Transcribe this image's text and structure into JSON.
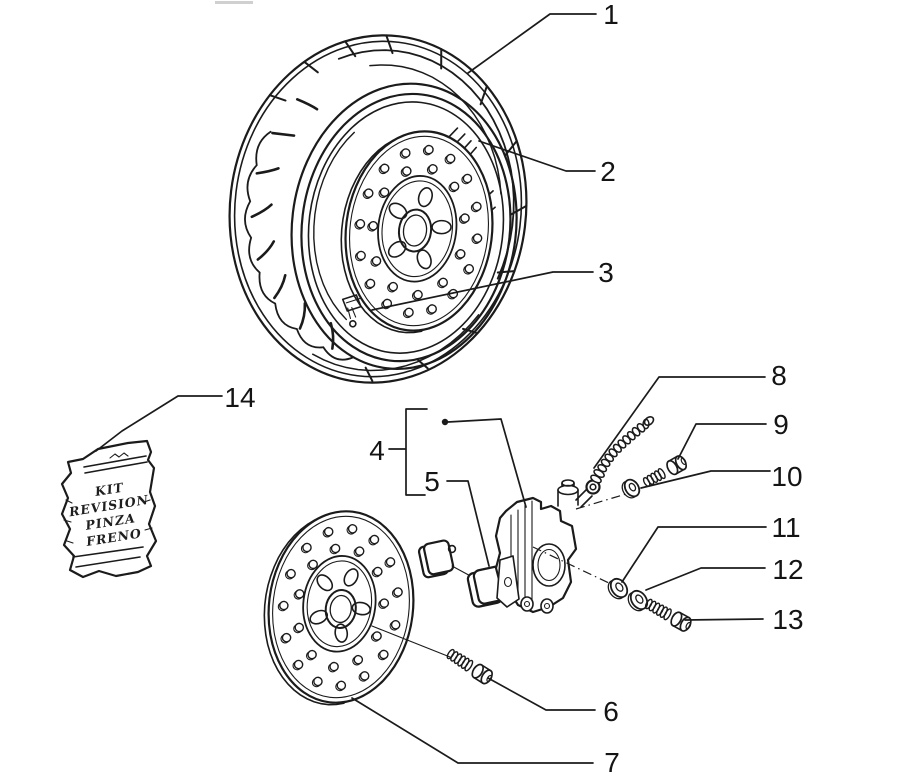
{
  "colors": {
    "background": "#ffffff",
    "ink": "#1b1b1b"
  },
  "callouts": {
    "c1": "1",
    "c2": "2",
    "c3": "3",
    "c4": "4",
    "c5": "5",
    "c6": "6",
    "c7": "7",
    "c8": "8",
    "c9": "9",
    "c10": "10",
    "c11": "11",
    "c12": "12",
    "c13": "13",
    "c14": "14"
  },
  "bag": {
    "lines": [
      "KIT",
      "REVISION",
      "PINZA",
      "FRENO"
    ]
  }
}
